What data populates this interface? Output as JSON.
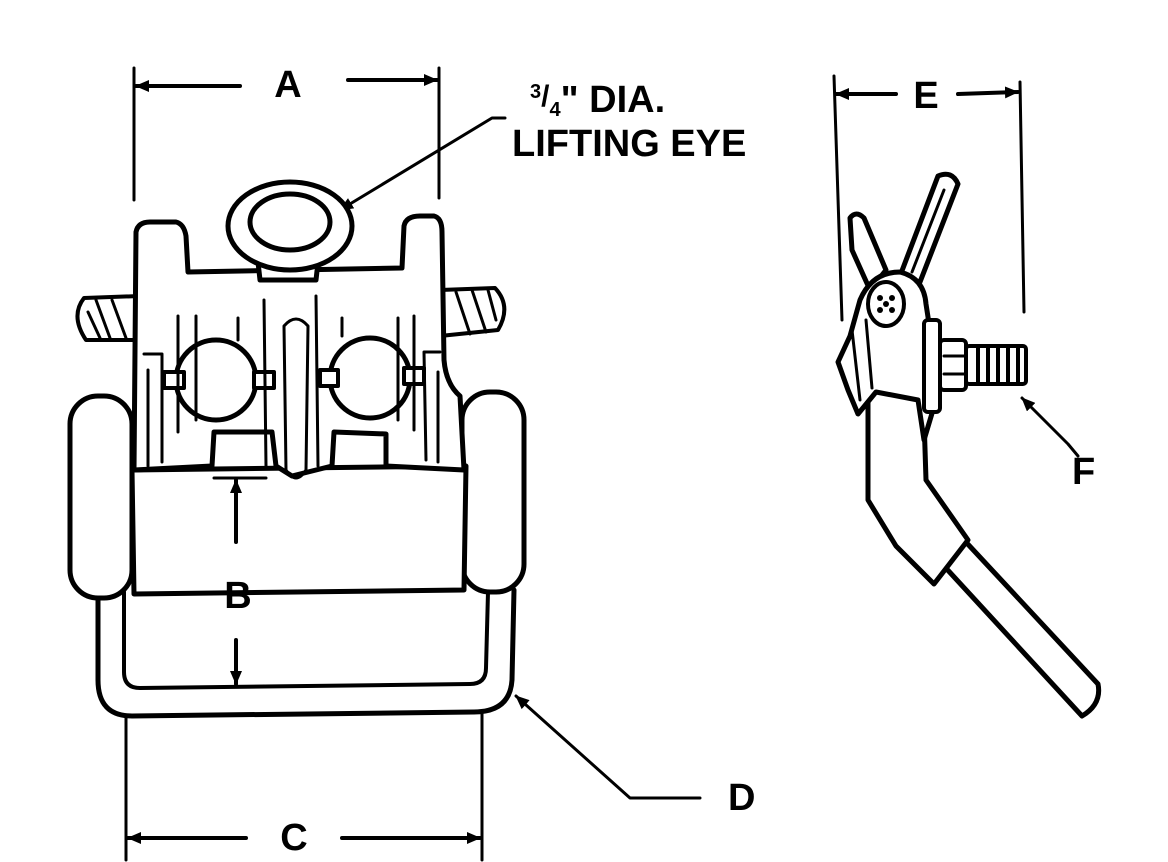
{
  "labels": {
    "a": "A",
    "b": "B",
    "c": "C",
    "d": "D",
    "e": "E",
    "f": "F",
    "eye_size_num": "3",
    "eye_size_den": "4",
    "eye_size_rest": "\" DIA.",
    "eye_caption": "LIFTING EYE"
  }
}
